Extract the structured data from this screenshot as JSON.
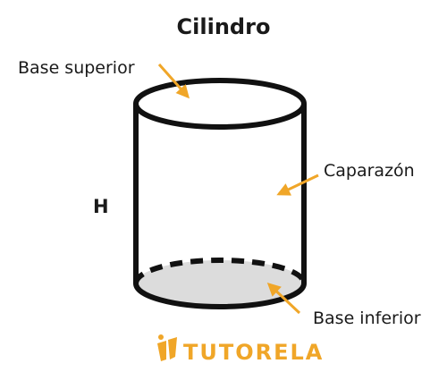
{
  "title": "Cilindro",
  "labels": {
    "top_base": "Base superior",
    "shell": "Caparazón",
    "height": "H",
    "bottom_base": "Base inferior"
  },
  "brand": {
    "name": "TUTORELA",
    "color": "#f0a628"
  },
  "colors": {
    "outline": "#111111",
    "arrow": "#f0a628",
    "bottom_fill": "#dcdcdc",
    "text": "#1a1a1a"
  }
}
